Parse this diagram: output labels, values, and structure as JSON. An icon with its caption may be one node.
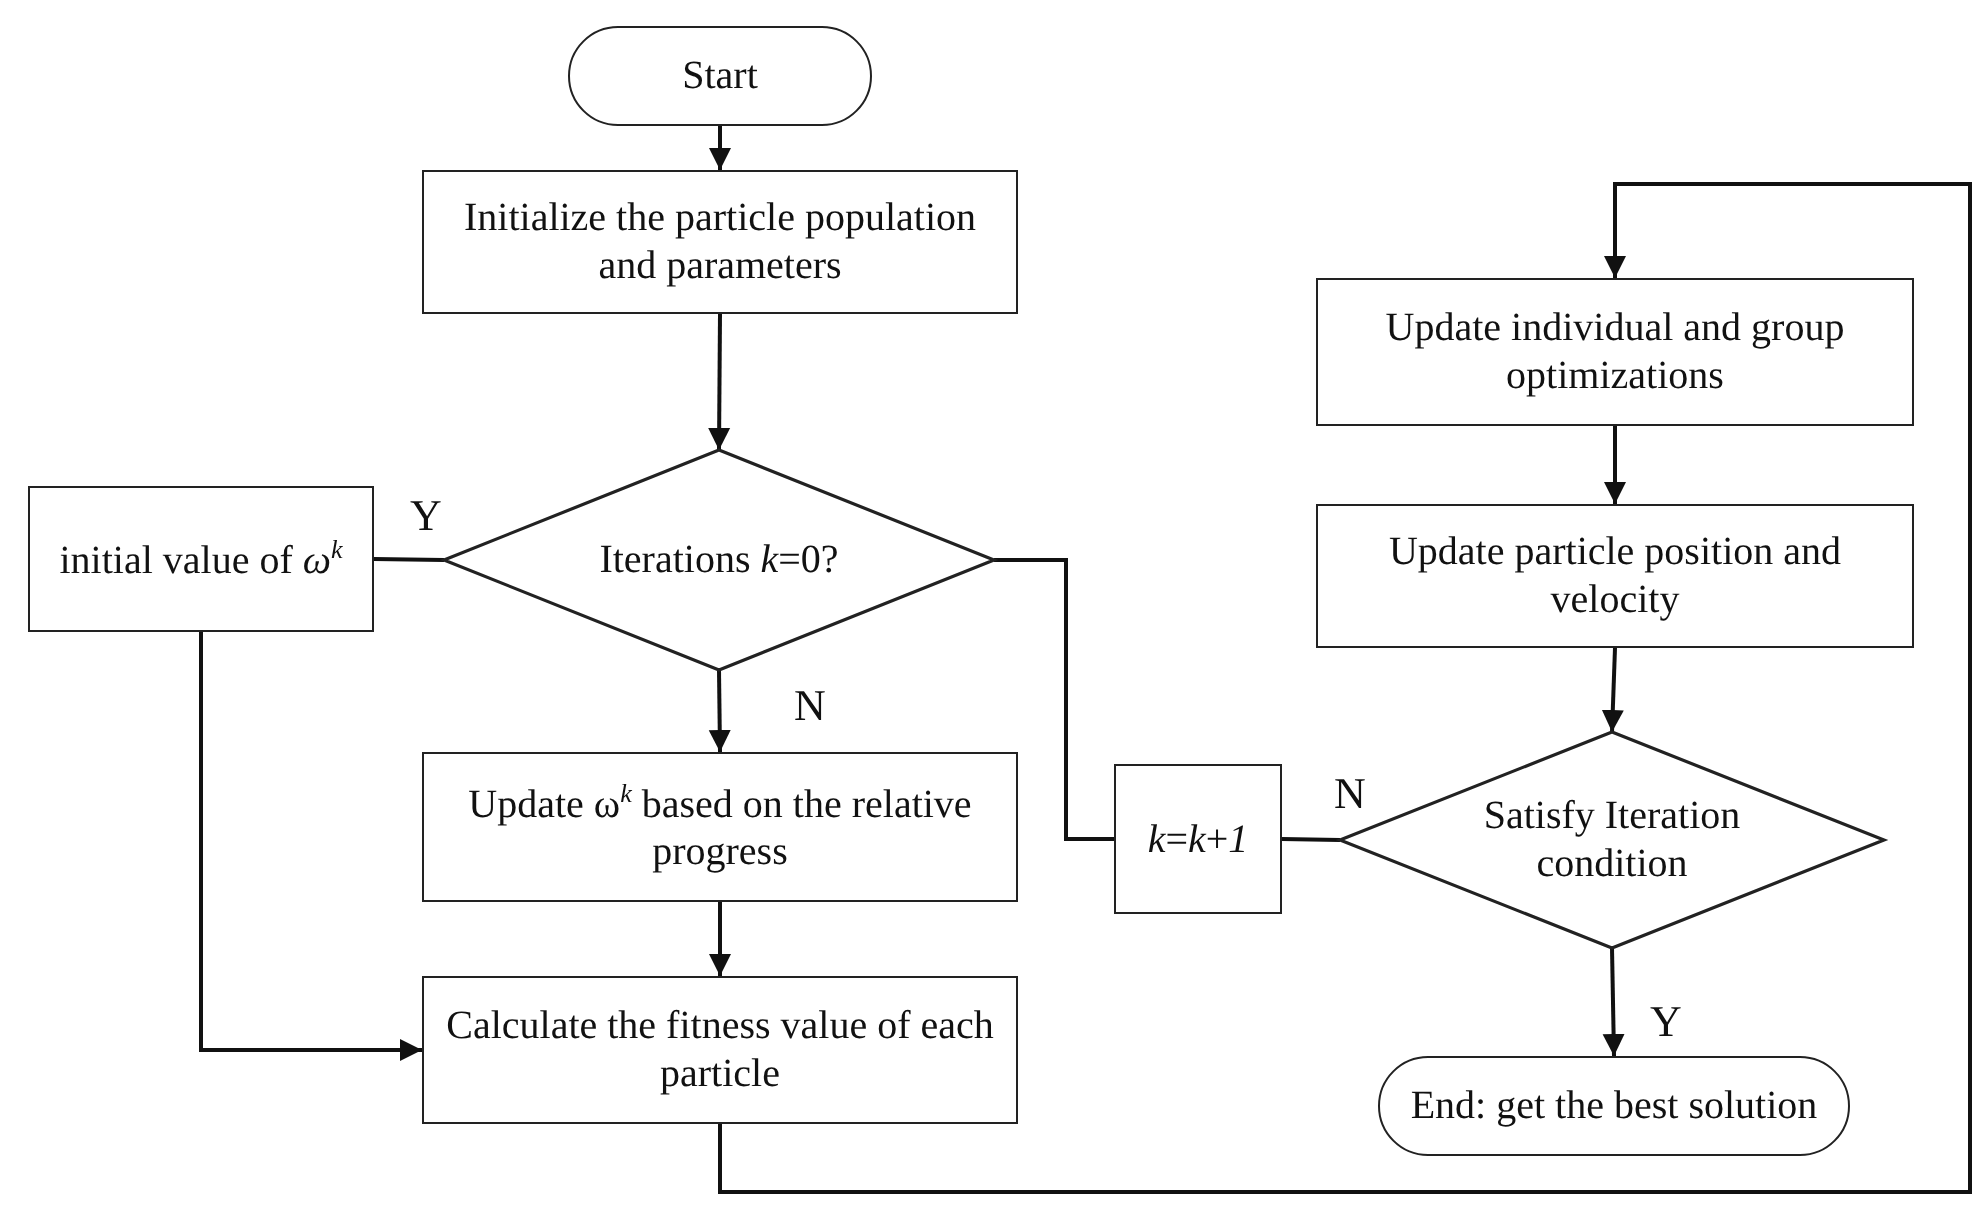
{
  "diagram": {
    "nodes": [
      {
        "text": [
          "Start"
        ]
      },
      {
        "text": [
          "Initialize the particle population and parameters"
        ]
      },
      {
        "text": [
          "Iterations *k*=0?"
        ]
      },
      {
        "text": [
          "initial value of *ω*$^{k}$"
        ]
      },
      {
        "text": [
          "Update ω$^{k}$ based on the relative progress"
        ]
      },
      {
        "text": [
          "Calculate the fitness value of each particle"
        ]
      },
      {
        "text": [
          "*k*=*k*+*1*"
        ]
      },
      {
        "text": [
          "Satisfy Iteration condition"
        ]
      },
      {
        "text": [
          "Update individual and group optimizations"
        ]
      },
      {
        "text": [
          "Update particle position and velocity"
        ]
      },
      {
        "text": [
          "End: get the best solution"
        ]
      }
    ],
    "edges": [
      {
        "from": 0,
        "to": 1,
        "arrow": "to"
      },
      {
        "from": 1,
        "to": 2,
        "arrow": "to"
      },
      {
        "from": 2,
        "to": 3,
        "arrow": "none",
        "label": "Y"
      },
      {
        "from": 2,
        "to": 4,
        "arrow": "to",
        "label": "N"
      },
      {
        "from": 3,
        "to": 5,
        "arrow": "to"
      },
      {
        "from": 4,
        "to": 5,
        "arrow": "to"
      },
      {
        "from": 5,
        "to": 8,
        "arrow": "to"
      },
      {
        "from": 8,
        "to": 9,
        "arrow": "to"
      },
      {
        "from": 9,
        "to": 7,
        "arrow": "to"
      },
      {
        "from": 7,
        "to": 10,
        "arrow": "to",
        "label": "Y"
      },
      {
        "from": 7,
        "to": 6,
        "arrow": "none",
        "label": "N"
      },
      {
        "from": 6,
        "to": 2,
        "arrow": "none"
      }
    ]
  }
}
